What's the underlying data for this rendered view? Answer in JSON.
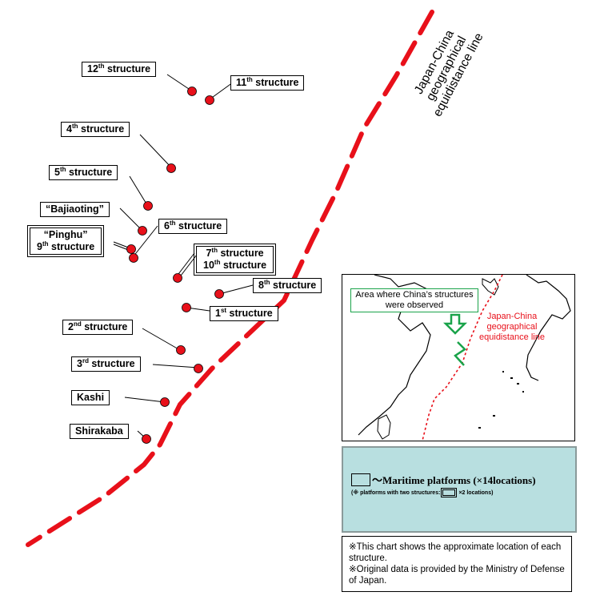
{
  "colors": {
    "equidistance_line": "#e8101a",
    "structure_dot": "#e8101a",
    "inset_box_border": "#1aa34a",
    "legend_background": "#b8dfe0"
  },
  "equidistance_title": "Japan-China geographical equidistance line",
  "labels": {
    "s12": {
      "num": "12",
      "sup": "th",
      "rest": " structure"
    },
    "s11": {
      "num": "11",
      "sup": "th",
      "rest": " structure"
    },
    "s4": {
      "num": "4",
      "sup": "th",
      "rest": " structure"
    },
    "s5": {
      "num": "5",
      "sup": "th",
      "rest": " structure"
    },
    "bajiaoting": "“Bajiaoting”",
    "s6": {
      "num": "6",
      "sup": "th",
      "rest": " structure"
    },
    "pinghu_line1": "“Pinghu”",
    "pinghu_line2": {
      "num": "9",
      "sup": "th",
      "rest": " structure"
    },
    "s7": {
      "num": "7",
      "sup": "th",
      "rest": " structure"
    },
    "s10": {
      "num": "10",
      "sup": "th",
      "rest": " structure"
    },
    "s8": {
      "num": "8",
      "sup": "th",
      "rest": " structure"
    },
    "s1": {
      "num": "1",
      "sup": "st",
      "rest": " structure"
    },
    "s2": {
      "num": "2",
      "sup": "nd",
      "rest": " structure"
    },
    "s3": {
      "num": "3",
      "sup": "rd",
      "rest": " structure"
    },
    "kashi": "Kashi",
    "shirakaba": "Shirakaba"
  },
  "inset": {
    "observed_area_label": "Area where China’s structures were observed",
    "equidistance_label": "Japan-China geographical equidistance line"
  },
  "legend": {
    "main_text": "〜Maritime platforms (×14locations)",
    "sub_text_before": "(※ platforms with two structures:",
    "sub_text_after": "×2 locations)"
  },
  "notes": {
    "line1": "※This chart shows the approximate location of each structure.",
    "line2": "※Original data is provided by the Ministry of Defense of Japan."
  }
}
